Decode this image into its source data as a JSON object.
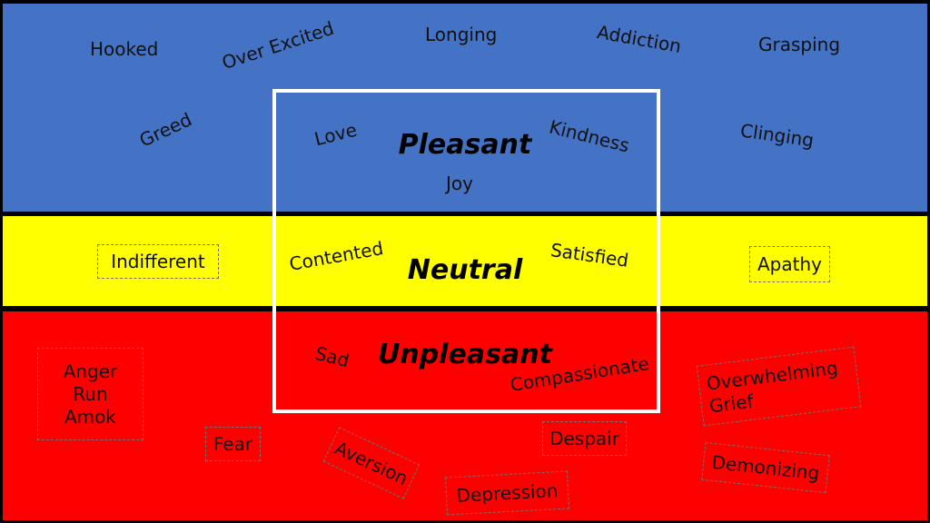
{
  "colors": {
    "pleasant": "#4472c4",
    "neutral": "#ffff00",
    "unpleasant": "#ff0000",
    "frame": "#000000",
    "focus_box": "#ffffff"
  },
  "titles": {
    "pleasant": "Pleasant",
    "neutral": "Neutral",
    "unpleasant": "Unpleasant"
  },
  "pleasant_words": {
    "hooked": "Hooked",
    "over_excited": "Over Excited",
    "longing": "Longing",
    "addiction": "Addiction",
    "grasping": "Grasping",
    "greed": "Greed",
    "love": "Love",
    "kindness": "Kindness",
    "clinging": "Clinging",
    "joy": "Joy"
  },
  "neutral_words": {
    "indifferent": "Indifferent",
    "contented": "Contented",
    "satisfied": "Satisfied",
    "apathy": "Apathy"
  },
  "unpleasant_words": {
    "anger_run_amok": [
      "Anger",
      "Run",
      "Amok"
    ],
    "sad": "Sad",
    "compassionate": "Compassionate",
    "overwhelming_grief": [
      "Overwhelming",
      "Grief"
    ],
    "fear": "Fear",
    "aversion": "Aversion",
    "despair": "Despair",
    "depression": "Depression",
    "demonizing": "Demonizing"
  }
}
